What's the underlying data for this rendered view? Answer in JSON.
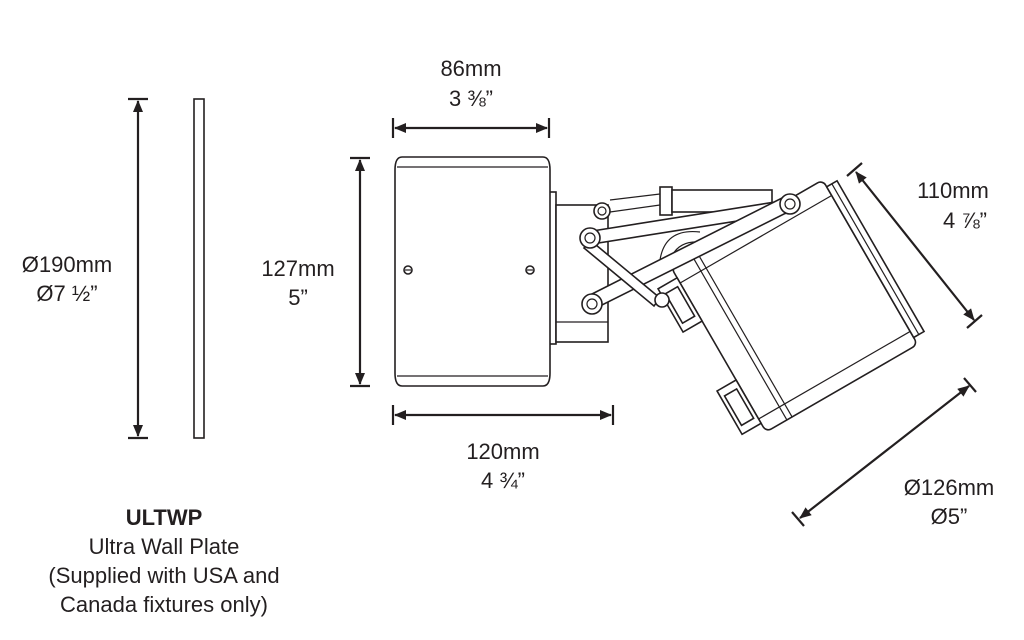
{
  "labels": {
    "plate_diameter_mm": "Ø190mm",
    "plate_diameter_in": "Ø7 ½”",
    "body_height_mm": "127mm",
    "body_height_in": "5”",
    "body_depth_mm": "86mm",
    "body_depth_in": "3 ⅜”",
    "overall_depth_mm": "120mm",
    "overall_depth_in": "4 ¾”",
    "head_length_mm": "110mm",
    "head_length_in": "4 ⅞”",
    "head_diameter_mm": "Ø126mm",
    "head_diameter_in": "Ø5”"
  },
  "caption": {
    "model": "ULTWP",
    "name": "Ultra Wall Plate",
    "note_line1": "(Supplied with USA and",
    "note_line2": "Canada fixtures only)"
  }
}
